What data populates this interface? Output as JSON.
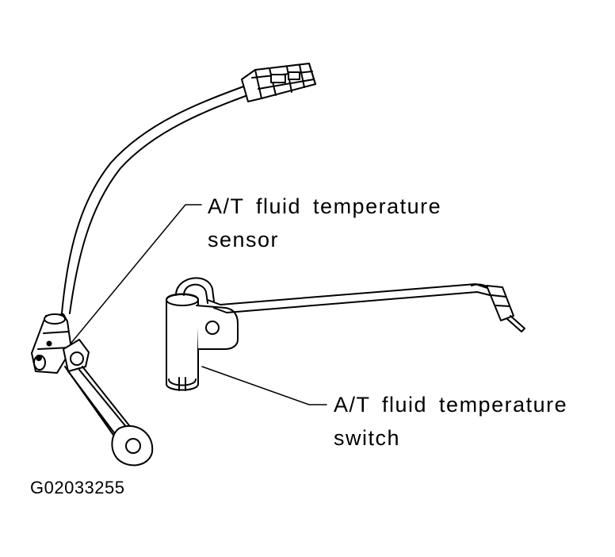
{
  "labels": {
    "sensor": {
      "line1": "A/T fluid temperature",
      "line2": "sensor"
    },
    "switch": {
      "line1": "A/T fluid temperature",
      "line2": "switch"
    }
  },
  "figure_id": "G02033255"
}
